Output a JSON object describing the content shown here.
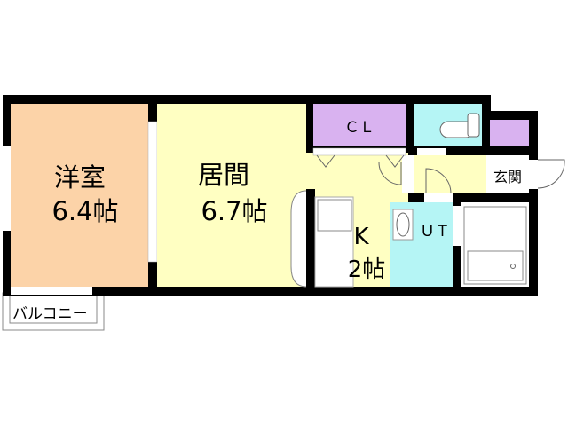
{
  "rooms": {
    "western": {
      "name": "洋室",
      "size": "6.4帖"
    },
    "living": {
      "name": "居間",
      "size": "6.7帖"
    },
    "kitchen": {
      "name": "K",
      "size": "2帖"
    },
    "closet": {
      "name": "ＣＬ"
    },
    "utility": {
      "name": "ＵＴ"
    },
    "entrance": {
      "name": "玄関"
    },
    "balcony": {
      "name": "バルコニー"
    }
  },
  "colors": {
    "western": "#FCD3A8",
    "living": "#FFFFC2",
    "closet": "#D9B2F0",
    "wet": "#B5F5F5",
    "wall": "#000000"
  }
}
